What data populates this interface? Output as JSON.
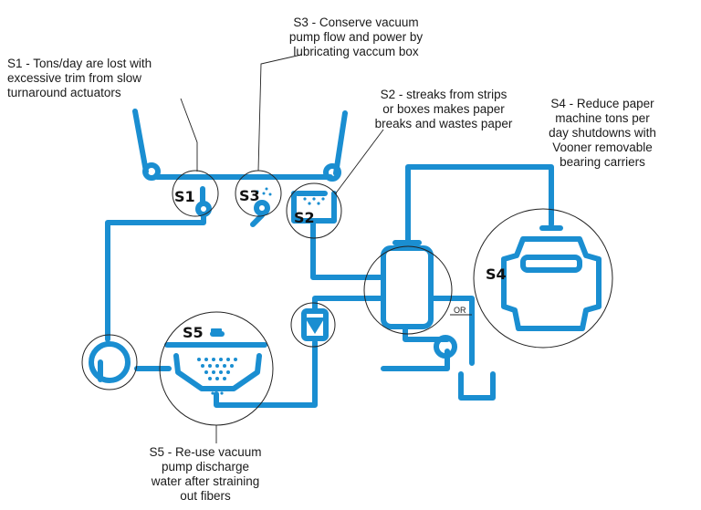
{
  "colors": {
    "pipe": "#1a8ed1",
    "zone": "#222222",
    "text": "#1a1a1a"
  },
  "notes": {
    "s1": "S1 - Tons/day are lost with\nexcessive trim from slow\nturnaround actuators",
    "s3": "S3 - Conserve vacuum\npump flow and power by\nlubricating vaccum box",
    "s2": "S2 - streaks from strips\nor boxes makes paper\nbreaks and wastes paper",
    "s4": "S4 - Reduce paper\nmachine tons per\nday shutdowns with\nVooner removable\nbearing carriers",
    "s5": "S5 - Re-use vacuum\npump discharge\nwater after straining\nout fibers"
  },
  "badges": {
    "s1": "S1",
    "s2": "S2",
    "s3": "S3",
    "s4": "S4",
    "s5": "S5"
  },
  "or_label": "OR",
  "icons": {
    "vacuum_box_s1": "vacuum-box-icon",
    "vacuum_box_s3": "lubricated-vacuum-box-icon",
    "shower_s2": "shower-spray-icon",
    "separator": "separator-tank-icon",
    "vacuum_pump_s4": "liquid-ring-vacuum-pump-icon",
    "strainer_s5": "fiber-strainer-icon",
    "pump_left": "centrifugal-pump-icon",
    "pump_small": "small-pump-icon",
    "check_valve": "check-valve-icon",
    "sump": "sump-tank-icon"
  }
}
